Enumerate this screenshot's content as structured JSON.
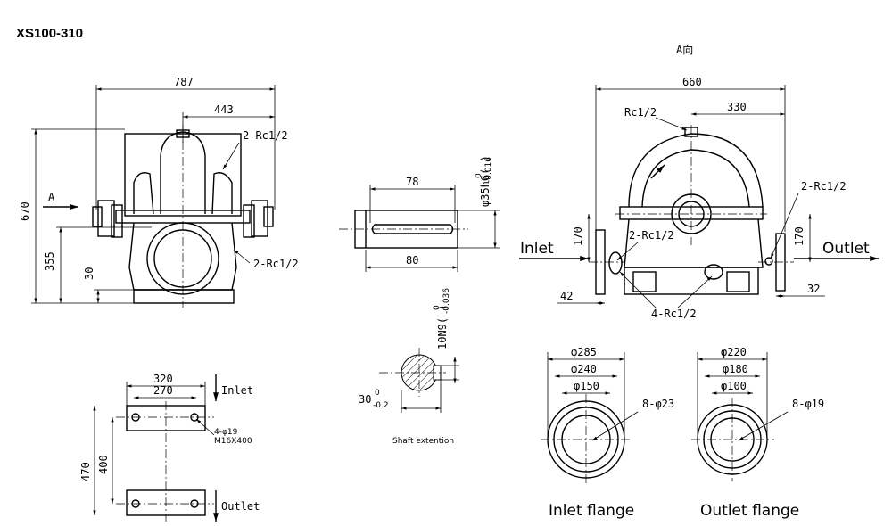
{
  "title": "XS100-310",
  "views": {
    "direction_a": "A向",
    "a_arrow": "A",
    "inlet": "Inlet",
    "outlet": "Outlet"
  },
  "front_view": {
    "width": "787",
    "half_width": "443",
    "height": "670",
    "center_height": "355",
    "base_height": "30",
    "port_top": "2-Rc1/2",
    "port_bottom": "2-Rc1/2"
  },
  "shaft_view": {
    "key_length": "78",
    "shaft_length": "80",
    "shaft_dia": "φ35h6(  )",
    "shaft_dia_tol_upper": "0",
    "shaft_dia_tol_lower": "-0.016",
    "key_width": "10N9(  )",
    "key_tol_upper": "0",
    "key_tol_lower": "-0.036",
    "key_depth": "30",
    "key_depth_tol_upper": "0",
    "key_depth_tol_lower": "-0.2",
    "caption": "Shaft extention"
  },
  "side_view": {
    "width": "660",
    "half_width": "330",
    "port_top": "Rc1/2",
    "port_right": "2-Rc1/2",
    "port_left": "2-Rc1/2",
    "port_bottom": "4-Rc1/2",
    "inlet_height": "170",
    "outlet_height": "170",
    "inlet_flange_thk": "42",
    "outlet_flange_thk": "32"
  },
  "foundation_view": {
    "length": "320",
    "inner_length": "270",
    "width": "470",
    "inner_width": "400",
    "bolts": "4-φ19",
    "bolt_thread": "M16X400"
  },
  "inlet_flange": {
    "d1": "φ285",
    "d2": "φ240",
    "d3": "φ150",
    "holes": "8-φ23",
    "caption": "Inlet flange"
  },
  "outlet_flange": {
    "d1": "φ220",
    "d2": "φ180",
    "d3": "φ100",
    "holes": "8-φ19",
    "caption": "Outlet flange"
  }
}
